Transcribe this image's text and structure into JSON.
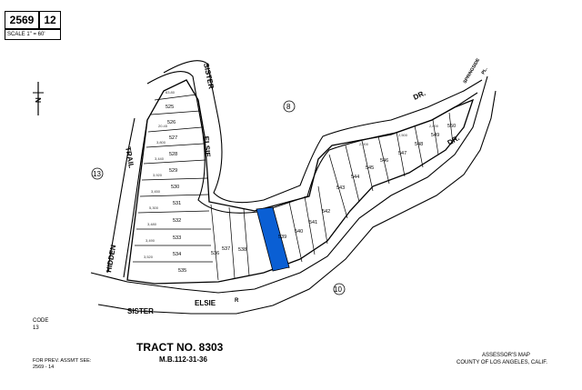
{
  "header": {
    "book_number": "2569",
    "page_number": "12",
    "scale": "SCALE 1\" = 60'"
  },
  "north_arrow": {
    "label": "N"
  },
  "streets": {
    "sister_elsie_top": "SISTER",
    "sister_elsie_top2": "ELSIE",
    "sister_elsie_bottom": "SISTER",
    "elsie_bottom": "ELSIE",
    "elsie_bottom_suffix": "R",
    "hidden_trail": "HIDDEN",
    "trail": "TRAIL",
    "dr_top": "DR.",
    "dr_right": "DR.",
    "springside": "SPRINGSIDE",
    "springside_pl": "PL."
  },
  "blocks": {
    "block_8": "8",
    "block_13": "13",
    "block_10": "10"
  },
  "lots": {
    "lot_525": "525",
    "lot_526": "526",
    "lot_527": "527",
    "lot_528": "528",
    "lot_529": "529",
    "lot_530": "530",
    "lot_531": "531",
    "lot_532": "532",
    "lot_533": "533",
    "lot_534": "534",
    "lot_535": "535",
    "lot_536": "536",
    "lot_537": "537",
    "lot_538": "538",
    "lot_539": "539",
    "lot_540": "540",
    "lot_541": "541",
    "lot_542": "542",
    "lot_543": "543",
    "lot_544": "544",
    "lot_545": "545",
    "lot_546": "546",
    "lot_547": "547",
    "lot_548": "548",
    "lot_549": "549",
    "lot_550": "550"
  },
  "code": {
    "label": "CODE",
    "value": "13"
  },
  "tract": {
    "title": "TRACT NO. 8303",
    "mb": "M.B.112-31-36"
  },
  "footer": {
    "prev_assmt": "FOR PREV. ASSM'T SEE:",
    "prev_ref": "2569 - 14",
    "assessor": "ASSESSOR'S MAP",
    "county": "COUNTY OF LOS ANGELES, CALIF."
  },
  "colors": {
    "highlight": "#0a5fd4",
    "ink": "#000000"
  }
}
